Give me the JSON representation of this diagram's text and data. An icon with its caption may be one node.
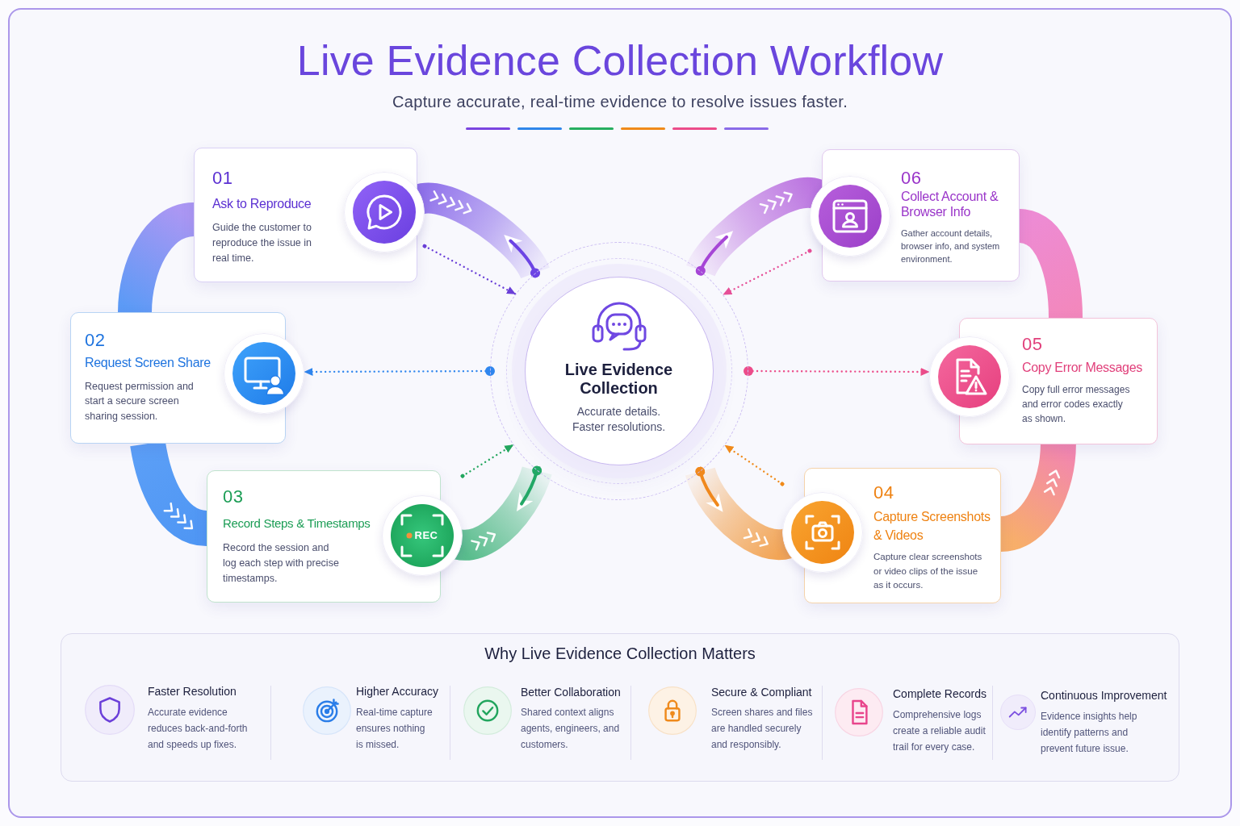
{
  "diagram": {
    "title": "Live Evidence Collection Workflow",
    "nodes": [
      {
        "text": [
          "Live Evidence Collection",
          "Accurate details. Faster resolutions."
        ]
      },
      {
        "text": [
          "01",
          "Ask to Reproduce",
          "Guide the customer to reproduce the issue in real time."
        ]
      },
      {
        "text": [
          "02",
          "Request Screen Share",
          "Request permission and start a secure screen sharing session."
        ]
      },
      {
        "text": [
          "03",
          "Record Steps & Timestamps",
          "Record the session and log each step with precise timestamps.",
          "REC"
        ]
      },
      {
        "text": [
          "04",
          "Capture Screenshots & Videos",
          "Capture clear screenshots or video clips of the issue as it occurs."
        ]
      },
      {
        "text": [
          "05",
          "Copy Error Messages",
          "Copy full error messages and error codes exactly as shown."
        ]
      },
      {
        "text": [
          "06",
          "Collect Account & Browser Info",
          "Gather account details, browser info, and system environment."
        ]
      },
      {
        "text": [
          "Why Live Evidence Collection Matters"
        ]
      }
    ],
    "edges": [
      {
        "from": 1,
        "to": 2,
        "arrow": "none",
        "style": "thick",
        "color": "#4b90f5"
      },
      {
        "from": 2,
        "to": 3,
        "arrow": "to",
        "style": "thick",
        "color": "#3d8cf3"
      },
      {
        "from": 4,
        "to": 5,
        "arrow": "to",
        "style": "thick",
        "color": "#f27aa6"
      },
      {
        "from": 5,
        "to": 6,
        "arrow": "none",
        "style": "thick",
        "color": "#ec7fcf"
      },
      {
        "from": 0,
        "to": 1,
        "arrow": "to",
        "style": "thick",
        "color": "#6c44e4"
      },
      {
        "from": 0,
        "to": 6,
        "arrow": "to",
        "style": "thick",
        "color": "#a646d6"
      },
      {
        "from": 0,
        "to": 3,
        "arrow": "to",
        "style": "thick",
        "color": "#22a866"
      },
      {
        "from": 0,
        "to": 4,
        "arrow": "to",
        "style": "thick",
        "color": "#f0881c"
      },
      {
        "from": 1,
        "to": 0,
        "arrow": "to",
        "style": "dashed",
        "color": "#6a3fd8"
      },
      {
        "from": 0,
        "to": 2,
        "arrow": "to",
        "style": "dashed",
        "color": "#2f86ee"
      },
      {
        "from": 3,
        "to": 0,
        "arrow": "to",
        "style": "dashed",
        "color": "#23a65e"
      },
      {
        "from": 4,
        "to": 0,
        "arrow": "to",
        "style": "dashed",
        "color": "#f08a1a"
      },
      {
        "from": 0,
        "to": 5,
        "arrow": "to",
        "style": "dashed",
        "color": "#ec4c8a"
      },
      {
        "from": 6,
        "to": 0,
        "arrow": "to",
        "style": "dashed",
        "color": "#e64f98"
      }
    ],
    "labels": [
      "Capture accurate, real-time evidence to resolve issues faster.",
      "Faster Resolution",
      "Accurate evidence reduces back-and-forth and speeds up fixes.",
      "Higher Accuracy",
      "Real-time capture ensures nothing is missed.",
      "Better Collaboration",
      "Shared context aligns agents, engineers, and customers.",
      "Secure & Compliant",
      "Screen shares and files are handled securely and responsibly.",
      "Complete Records",
      "Comprehensive logs create a reliable audit trail for every case.",
      "Continuous Improvement",
      "Evidence insights help identify patterns and prevent future issue."
    ]
  }
}
